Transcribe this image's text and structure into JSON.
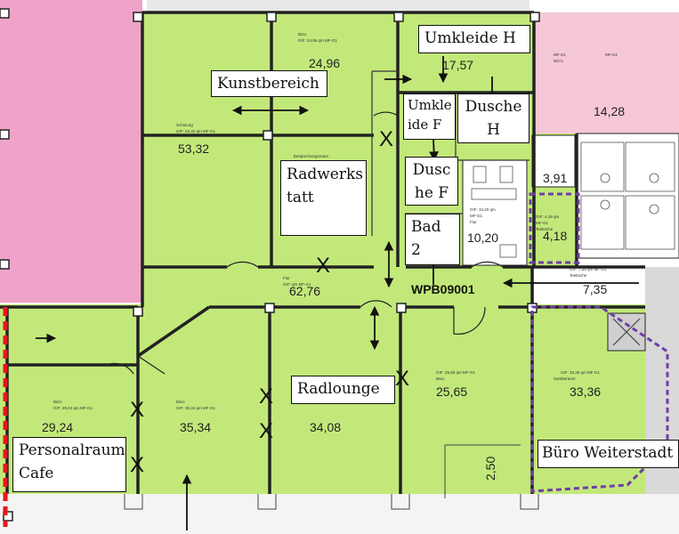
{
  "labels": {
    "kunstbereich": "Kunstbereich",
    "umkleide_h": "Umkleide H",
    "umkleide_f_1": "Umkle",
    "umkleide_f_2": "ide F",
    "dusche_h_1": "Dusche",
    "dusche_h_2": "H",
    "dusche_f_1": "Dusc",
    "dusche_f_2": "he F",
    "bad2": "Bad 2",
    "radwerkstatt_1": "Radwerks",
    "radwerkstatt_2": "tatt",
    "radlounge": "Radlounge",
    "personalraum_1": "Personalraum",
    "personalraum_2": "Cafe",
    "buero_weiterstadt": "Büro Weiterstadt"
  },
  "room_areas": {
    "r1": "24,96",
    "r2": "17,57",
    "r3": "14,28",
    "r4": "53,32",
    "r5": "3,91",
    "r6": "10,20",
    "r7": "4,18",
    "r8": "62,76",
    "r9": "7,35",
    "r10": "29,24",
    "r11": "35,34",
    "r12": "34,08",
    "r13": "25,65",
    "r14": "33,36",
    "r15": "2,50"
  },
  "room_code": "WPB09001",
  "small_texts": {
    "t1": "Büro",
    "t2": "GIF: 24,96 qm MF-G1",
    "t3": "Schulung",
    "t4": "GIF: 53,32 qm MF-G1",
    "t5": "Besprechungsraum",
    "t6": "Flur",
    "t7": "GIF: qm MF-G1",
    "t8": "Büro",
    "t9": "GIF: 29,24 qm MF-G1",
    "t10": "Büro",
    "t11": "GIF: 35,34 qm MF-G1",
    "t12": "Büro",
    "t13": "GIF: 25,65 qm MF-G1",
    "t14": "Büro",
    "t15": "GIF: 33,36 qm MF-G1",
    "t16": "Sanitärraum",
    "t17": "GIF: 10,20 qm",
    "t18": "MF-G1",
    "t19": "Flur",
    "t20": "GIF: 7,35 qm MF-G1",
    "t21": "Teeküche",
    "t22": "GIF: 4,18 qm",
    "t23": "MF-G1",
    "t24": "Teeküche",
    "t25": "MF-G1",
    "t26": "WC's",
    "t27": "MF-G1"
  },
  "marks": {
    "x": "X"
  },
  "colors": {
    "room_green": "#c2e87a",
    "pink": "#f0a3c8",
    "light_pink": "#f6c7d6",
    "wall": "#222222",
    "gray": "#d9d9d9",
    "red_dash": "#e8161b",
    "purple_dash": "#6f3fa5"
  }
}
